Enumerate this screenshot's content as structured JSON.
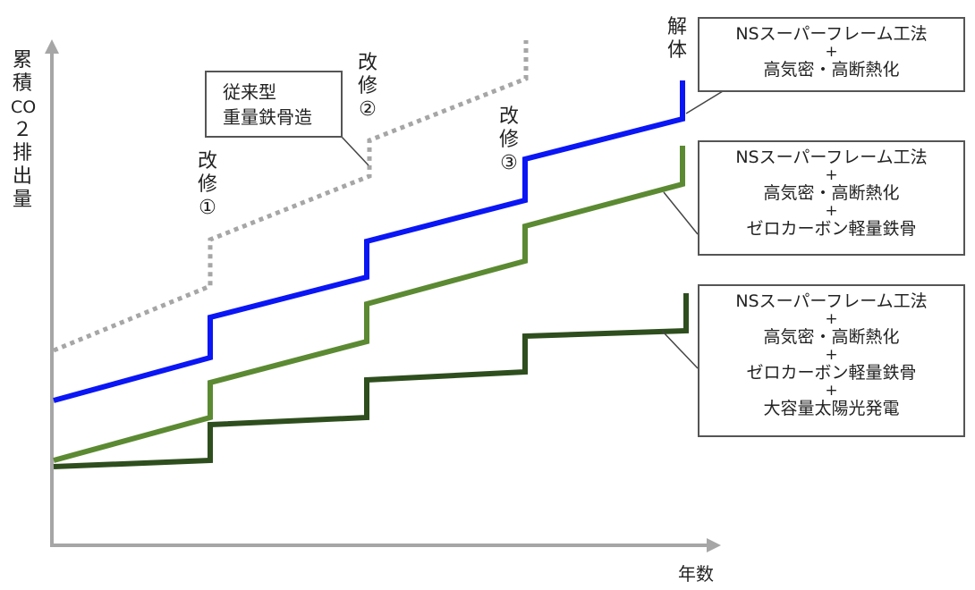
{
  "chart_data": {
    "type": "line",
    "title": "",
    "ylabel": "累積CO２排出量",
    "xlabel": "年数",
    "events": [
      {
        "label_line1": "改",
        "label_line2": "修",
        "label_line3": "①"
      },
      {
        "label_line1": "改",
        "label_line2": "修",
        "label_line3": "②"
      },
      {
        "label_line1": "改",
        "label_line2": "修",
        "label_line3": "③"
      },
      {
        "label_line1": "解",
        "label_line2": "体"
      }
    ],
    "series": [
      {
        "name": "従来型 重量鉄骨造",
        "style": "dotted",
        "color": "#a6a6a6"
      },
      {
        "name": "NSスーパーフレーム工法 + 高気密・高断熱化",
        "style": "solid",
        "color": "#0b16f5"
      },
      {
        "name": "NSスーパーフレーム工法 + 高気密・高断熱化 + ゼロカーボン軽量鉄骨",
        "style": "solid",
        "color": "#5b8a32"
      },
      {
        "name": "NSスーパーフレーム工法 + 高気密・高断熱化 + ゼロカーボン軽量鉄骨 + 大容量太陽光発電",
        "style": "solid",
        "color": "#2e4e1e"
      }
    ]
  },
  "legacy_box": {
    "line1": "従来型",
    "line2": "重量鉄骨造"
  },
  "boxes": [
    {
      "l1": "NSスーパーフレーム工法",
      "p1": "+",
      "l2": "高気密・高断熱化"
    },
    {
      "l1": "NSスーパーフレーム工法",
      "p1": "+",
      "l2": "高気密・高断熱化",
      "p2": "+",
      "l3": "ゼロカーボン軽量鉄骨"
    },
    {
      "l1": "NSスーパーフレーム工法",
      "p1": "+",
      "l2": "高気密・高断熱化",
      "p2": "+",
      "l3": "ゼロカーボン軽量鉄骨",
      "p3": "+",
      "l4": "大容量太陽光発電"
    }
  ],
  "ylabel_chars": [
    "累",
    "積",
    "CO",
    "２",
    "排",
    "出",
    "量"
  ]
}
